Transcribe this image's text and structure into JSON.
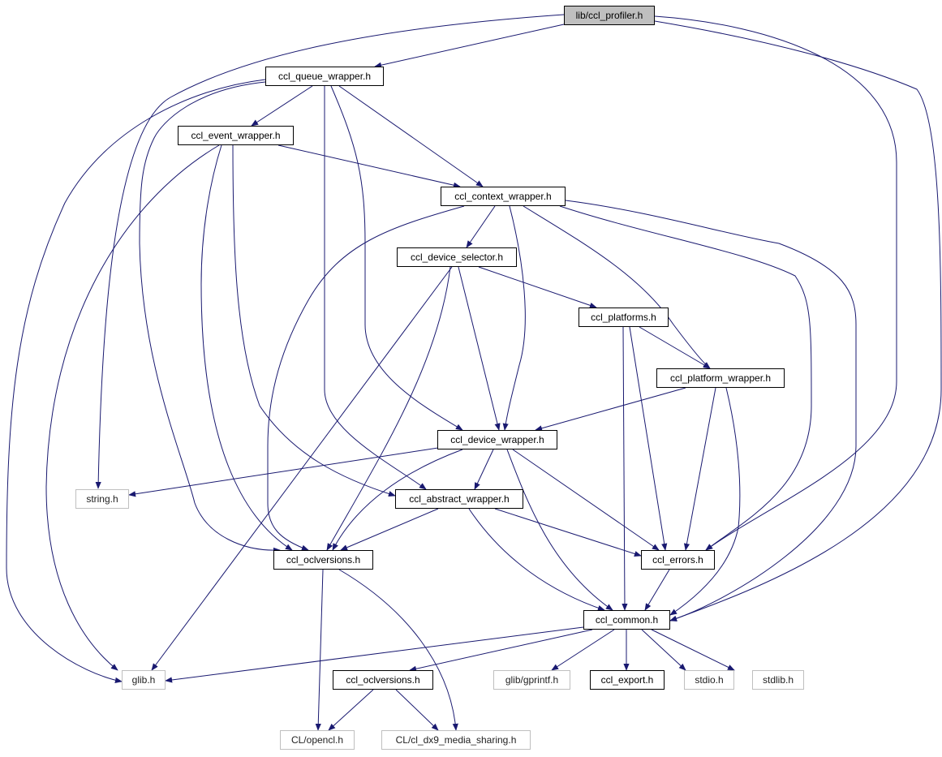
{
  "graph": {
    "edge_color": "#191970",
    "root_fill": "#bfbfbf",
    "external_border": "#bfbfbf",
    "nodes": [
      {
        "id": "profiler",
        "label": "lib/ccl_profiler.h",
        "kind": "root"
      },
      {
        "id": "queue",
        "label": "ccl_queue_wrapper.h",
        "kind": "normal"
      },
      {
        "id": "event",
        "label": "ccl_event_wrapper.h",
        "kind": "normal"
      },
      {
        "id": "context",
        "label": "ccl_context_wrapper.h",
        "kind": "normal"
      },
      {
        "id": "devsel",
        "label": "ccl_device_selector.h",
        "kind": "normal"
      },
      {
        "id": "platforms",
        "label": "ccl_platforms.h",
        "kind": "normal"
      },
      {
        "id": "platwrap",
        "label": "ccl_platform_wrapper.h",
        "kind": "normal"
      },
      {
        "id": "devwrap",
        "label": "ccl_device_wrapper.h",
        "kind": "normal"
      },
      {
        "id": "string",
        "label": "string.h",
        "kind": "external"
      },
      {
        "id": "abstract",
        "label": "ccl_abstract_wrapper.h",
        "kind": "normal"
      },
      {
        "id": "oclv",
        "label": "ccl_oclversions.h",
        "kind": "normal"
      },
      {
        "id": "errors",
        "label": "ccl_errors.h",
        "kind": "normal"
      },
      {
        "id": "common",
        "label": "ccl_common.h",
        "kind": "normal"
      },
      {
        "id": "glib",
        "label": "glib.h",
        "kind": "external"
      },
      {
        "id": "oclv2",
        "label": "ccl_oclversions.h",
        "kind": "normal"
      },
      {
        "id": "gprintf",
        "label": "glib/gprintf.h",
        "kind": "external"
      },
      {
        "id": "export",
        "label": "ccl_export.h",
        "kind": "normal"
      },
      {
        "id": "stdio",
        "label": "stdio.h",
        "kind": "external"
      },
      {
        "id": "stdlib",
        "label": "stdlib.h",
        "kind": "external"
      },
      {
        "id": "opencl",
        "label": "CL/opencl.h",
        "kind": "external"
      },
      {
        "id": "dx9",
        "label": "CL/cl_dx9_media_sharing.h",
        "kind": "external"
      }
    ],
    "edges": [
      [
        "profiler",
        "queue"
      ],
      [
        "profiler",
        "string"
      ],
      [
        "profiler",
        "errors"
      ],
      [
        "profiler",
        "common"
      ],
      [
        "queue",
        "glib"
      ],
      [
        "queue",
        "oclv"
      ],
      [
        "queue",
        "event"
      ],
      [
        "queue",
        "abstract"
      ],
      [
        "queue",
        "devwrap"
      ],
      [
        "queue",
        "context"
      ],
      [
        "event",
        "context"
      ],
      [
        "event",
        "glib"
      ],
      [
        "event",
        "oclv"
      ],
      [
        "event",
        "abstract"
      ],
      [
        "context",
        "devsel"
      ],
      [
        "context",
        "oclv"
      ],
      [
        "context",
        "devwrap"
      ],
      [
        "context",
        "platwrap"
      ],
      [
        "context",
        "errors"
      ],
      [
        "context",
        "common"
      ],
      [
        "devsel",
        "glib"
      ],
      [
        "devsel",
        "oclv"
      ],
      [
        "devsel",
        "devwrap"
      ],
      [
        "devsel",
        "platforms"
      ],
      [
        "platforms",
        "platwrap"
      ],
      [
        "platforms",
        "common"
      ],
      [
        "platforms",
        "errors"
      ],
      [
        "platwrap",
        "devwrap"
      ],
      [
        "platwrap",
        "errors"
      ],
      [
        "platwrap",
        "common"
      ],
      [
        "devwrap",
        "string"
      ],
      [
        "devwrap",
        "oclv"
      ],
      [
        "devwrap",
        "abstract"
      ],
      [
        "devwrap",
        "errors"
      ],
      [
        "devwrap",
        "common"
      ],
      [
        "abstract",
        "oclv"
      ],
      [
        "abstract",
        "errors"
      ],
      [
        "abstract",
        "common"
      ],
      [
        "oclv",
        "opencl"
      ],
      [
        "oclv",
        "dx9"
      ],
      [
        "errors",
        "common"
      ],
      [
        "common",
        "glib"
      ],
      [
        "common",
        "oclv2"
      ],
      [
        "common",
        "gprintf"
      ],
      [
        "common",
        "export"
      ],
      [
        "common",
        "stdio"
      ],
      [
        "common",
        "stdlib"
      ],
      [
        "oclv2",
        "opencl"
      ],
      [
        "oclv2",
        "dx9"
      ]
    ]
  }
}
